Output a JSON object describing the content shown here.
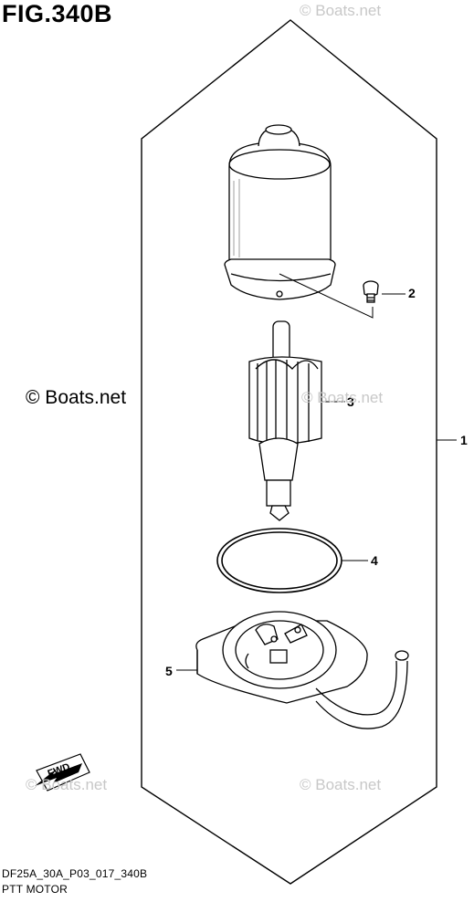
{
  "figure": {
    "title": "FIG.340B",
    "code": "DF25A_30A_P03_017_340B",
    "name": "PTT MOTOR"
  },
  "callouts": [
    "1",
    "2",
    "3",
    "4",
    "5"
  ],
  "fwd_label": "FWD",
  "watermarks": {
    "main": "© Boats.net",
    "faint": "© Boats.net"
  },
  "icons": [
    "fwd-arrow-icon"
  ]
}
